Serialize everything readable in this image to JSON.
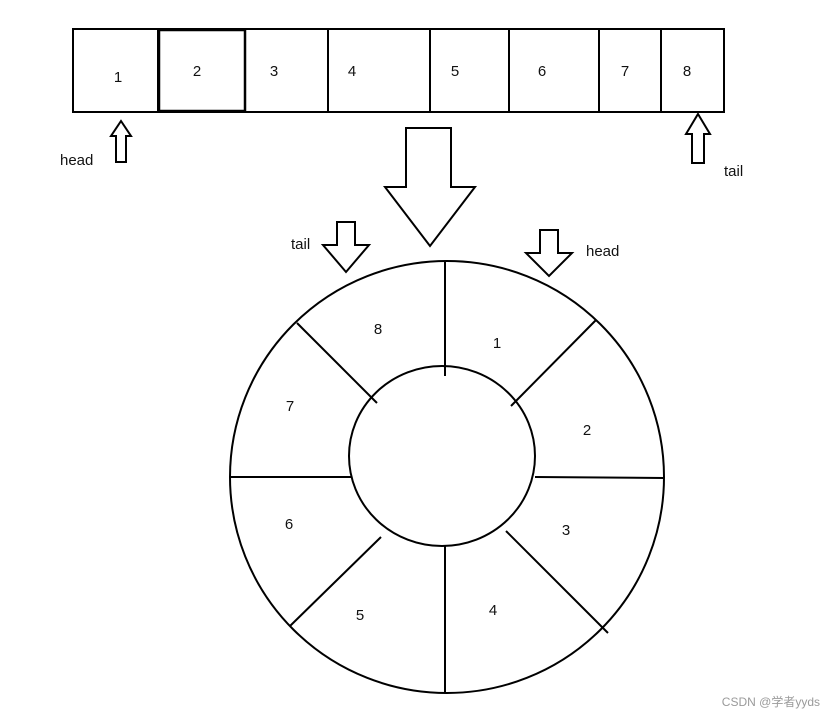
{
  "array": {
    "cells": [
      "1",
      "2",
      "3",
      "4",
      "5",
      "6",
      "7",
      "8"
    ]
  },
  "array_pointers": {
    "head": "head",
    "tail": "tail"
  },
  "ring": {
    "segments": [
      "1",
      "2",
      "3",
      "4",
      "5",
      "6",
      "7",
      "8"
    ]
  },
  "ring_pointers": {
    "head": "head",
    "tail": "tail"
  },
  "watermark": "CSDN @学者yyds",
  "colors": {
    "stroke": "#000000",
    "text": "#111111",
    "watermark": "#9a9a9a"
  }
}
